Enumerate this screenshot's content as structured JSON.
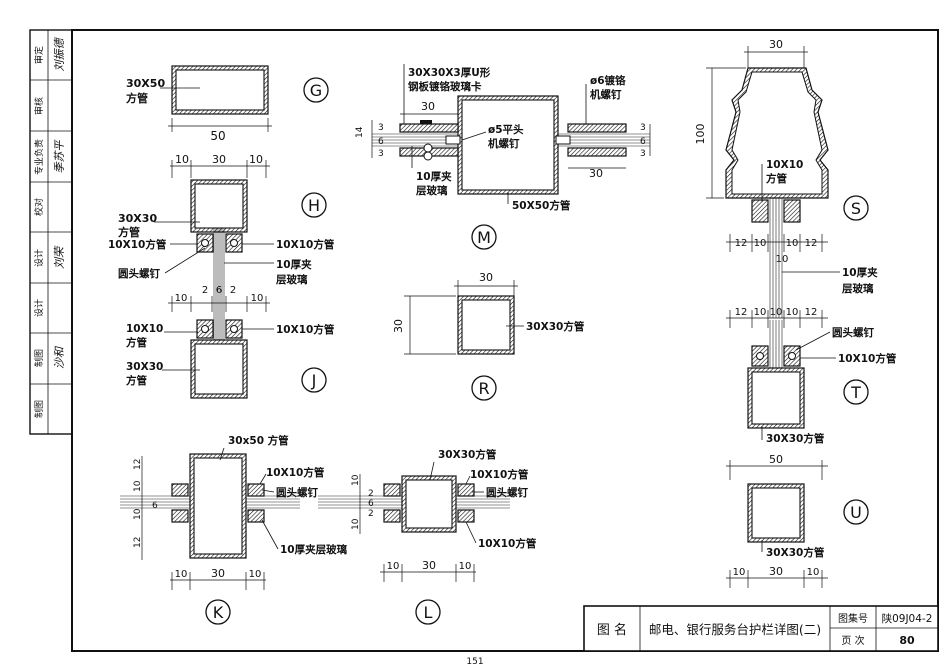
{
  "sidebar": {
    "rows": [
      {
        "role": "审定",
        "sig": "刘振德"
      },
      {
        "role": "审核",
        "sig": ""
      },
      {
        "role": "专业负责",
        "sig": "季苏平"
      },
      {
        "role": "校对",
        "sig": ""
      },
      {
        "role": "设计",
        "sig": "刘荣"
      },
      {
        "role": "设计",
        "sig": ""
      },
      {
        "role": "制图",
        "sig": "沙和"
      },
      {
        "role": "制图",
        "sig": ""
      }
    ]
  },
  "details": {
    "G": {
      "label": "G",
      "tube": "30X50\n方管",
      "w": "50"
    },
    "H": {
      "label": "H",
      "dims": [
        "10",
        "30",
        "10"
      ],
      "tube": "30X30\n方管",
      "sq": "10X10方管",
      "sq2": "10X10方管",
      "bolt": "圆头螺钉",
      "glass": "10厚夹\n层玻璃"
    },
    "J": {
      "label": "J",
      "dims": [
        "10",
        "2",
        "6",
        "2",
        "10"
      ],
      "sq": "10X10\n方管",
      "sq2": "10X10方管",
      "tube": "30X30\n方管"
    },
    "K": {
      "label": "K",
      "tube": "30x50 方管",
      "sq": "10X10方管",
      "bolt": "圆头螺钉",
      "glass": "10厚夹层玻璃",
      "v": [
        "12",
        "10",
        "6",
        "10",
        "12"
      ],
      "h": [
        "10",
        "30",
        "10"
      ]
    },
    "L": {
      "label": "L",
      "tube": "30X30方管",
      "sq": "10X10方管",
      "bolt": "圆头螺钉",
      "sq2": "10X10方管",
      "v": [
        "10",
        "2",
        "6",
        "2",
        "10"
      ],
      "h": [
        "10",
        "30",
        "10"
      ]
    },
    "M": {
      "label": "M",
      "clip": "30X30X3厚U形\n钢板镀铬玻璃卡",
      "screw6": "ø6镀铬\n机螺钉",
      "screw5": "ø5平头\n机螺钉",
      "glass": "10厚夹\n层玻璃",
      "tube": "50X50方管",
      "d30a": "30",
      "d30b": "30",
      "vl": [
        "14",
        "3",
        "6",
        "3"
      ],
      "vr": [
        "3",
        "6",
        "3"
      ]
    },
    "R": {
      "label": "R",
      "w": "30",
      "h": "30",
      "tube": "30X30方管"
    },
    "S": {
      "label": "S",
      "w": "30",
      "h": "100",
      "sq": "10X10\n方管",
      "dims": [
        "12",
        "10",
        "10",
        "12"
      ],
      "glass": "10厚夹\n层玻璃",
      "g10": "10"
    },
    "T": {
      "label": "T",
      "dims": [
        "12",
        "10",
        "10",
        "10",
        "12"
      ],
      "bolt": "圆头螺钉",
      "sq": "10X10方管",
      "tube": "30X30方管"
    },
    "U": {
      "label": "U",
      "w": "50",
      "tube": "30X30方管",
      "dims": [
        "10",
        "30",
        "10"
      ]
    }
  },
  "titleblock": {
    "label_name": "图  名",
    "title": "邮电、银行服务台护栏详图(二)",
    "set_label": "图集号",
    "set_value": "陕09J04-2",
    "page_label": "页  次",
    "page_value": "80"
  },
  "page_number": "151"
}
